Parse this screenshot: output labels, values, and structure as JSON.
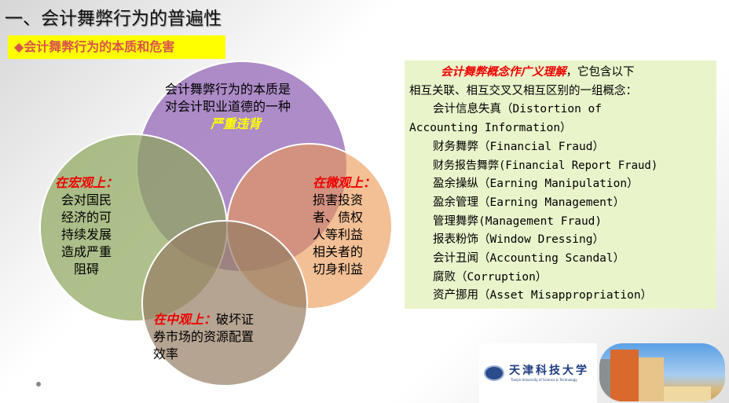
{
  "title": "一、会计舞弊行为的普遍性",
  "subtitle": "◆会计舞弊行为的本质和危害",
  "venn": {
    "top": {
      "line1": "会计舞弊行为的本质是",
      "line2": "对会计职业道德的一种",
      "emph": "严重违背"
    },
    "left": {
      "heading": "在宏观上：",
      "body": [
        "会对国民",
        "经济的可",
        "持续发展",
        "造成严重",
        "阻碍"
      ]
    },
    "right": {
      "heading": "在微观上：",
      "body": [
        "损害投资",
        "者、债权",
        "人等利益",
        "相关者的",
        "切身利益"
      ]
    },
    "bottom": {
      "heading": "在中观上：",
      "body1": "破坏证",
      "body2": "券市场的资源配置",
      "body3": "效率"
    }
  },
  "concepts": {
    "intro_emph": "会计舞弊概念作广义理解",
    "intro_rest": "，它包含以下",
    "intro_line2": "相互关联、相互交叉又相互区别的一组概念：",
    "items": [
      "会计信息失真（Distortion of",
      "Accounting Information）",
      "财务舞弊（Financial Fraud）",
      "财务报告舞弊(Financial Report Fraud)",
      "盈余操纵（Earning Manipulation）",
      "盈余管理（Earning Management）",
      "管理舞弊(Management Fraud)",
      "报表粉饰（Window Dressing）",
      "会计丑闻（Accounting Scandal）",
      "腐败（Corruption）",
      "资产挪用（Asset Misappropriation）"
    ]
  },
  "logo": {
    "name": "天津科技大学",
    "english": "Tianjin University of Science & Technology"
  }
}
